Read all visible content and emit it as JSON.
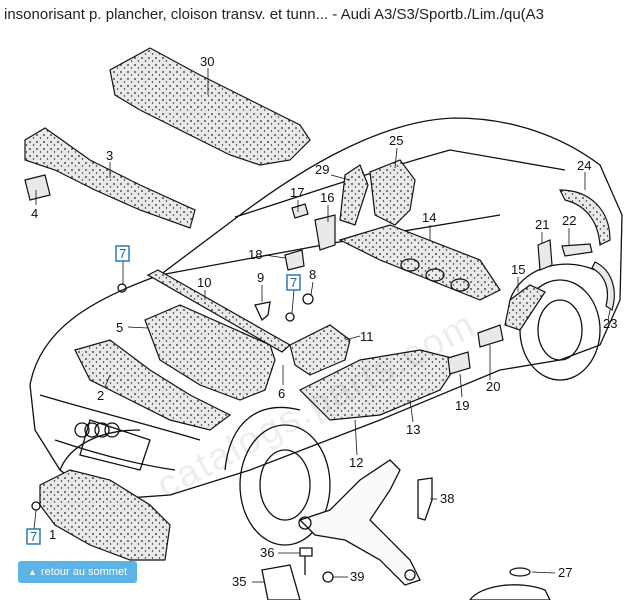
{
  "page": {
    "title": "insonorisant p. plancher, cloison transv. et tunn... - Audi A3/S3/Sportb./Lim./qu(A3"
  },
  "diagram": {
    "callouts": [
      {
        "id": "c30",
        "text": "30"
      },
      {
        "id": "c3",
        "text": "3"
      },
      {
        "id": "c4",
        "text": "4"
      },
      {
        "id": "c25",
        "text": "25"
      },
      {
        "id": "c24",
        "text": "24"
      },
      {
        "id": "c29",
        "text": "29"
      },
      {
        "id": "c17",
        "text": "17"
      },
      {
        "id": "c16",
        "text": "16"
      },
      {
        "id": "c14",
        "text": "14"
      },
      {
        "id": "c21",
        "text": "21"
      },
      {
        "id": "c22",
        "text": "22"
      },
      {
        "id": "c18",
        "text": "18"
      },
      {
        "id": "c10",
        "text": "10"
      },
      {
        "id": "c9",
        "text": "9"
      },
      {
        "id": "c8",
        "text": "8"
      },
      {
        "id": "c15",
        "text": "15"
      },
      {
        "id": "c23",
        "text": "23"
      },
      {
        "id": "c5",
        "text": "5"
      },
      {
        "id": "c11",
        "text": "11"
      },
      {
        "id": "c1",
        "text": "1"
      },
      {
        "id": "c2",
        "text": "2"
      },
      {
        "id": "c6",
        "text": "6"
      },
      {
        "id": "c19",
        "text": "19"
      },
      {
        "id": "c20",
        "text": "20"
      },
      {
        "id": "c13",
        "text": "13"
      },
      {
        "id": "c12",
        "text": "12"
      },
      {
        "id": "c38",
        "text": "38"
      },
      {
        "id": "c36",
        "text": "36"
      },
      {
        "id": "c39",
        "text": "39"
      },
      {
        "id": "c35",
        "text": "35"
      },
      {
        "id": "c27",
        "text": "27"
      }
    ],
    "boxed_callouts": [
      {
        "id": "b7a",
        "text": "7"
      },
      {
        "id": "b7b",
        "text": "7"
      },
      {
        "id": "b7c",
        "text": "7"
      }
    ]
  },
  "back_to_top": {
    "label": "retour au sommet",
    "icon": "chevron-up-icon"
  },
  "watermark": "catalogs.parts.com"
}
